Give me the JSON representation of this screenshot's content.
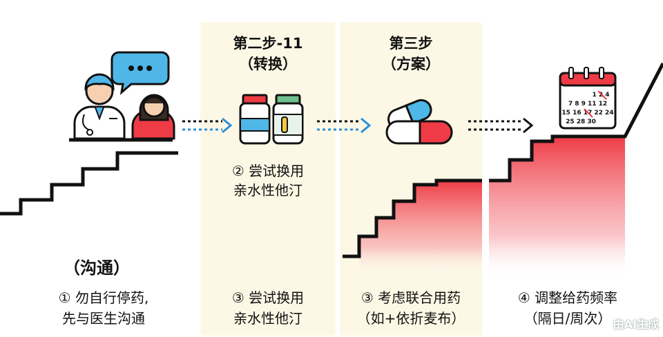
{
  "step1": {
    "title": "（沟通）",
    "desc_line1": "① 勿自行停药,",
    "desc_line2": "先与医生沟通",
    "icon": "doctor-patient-chat-icon"
  },
  "step2": {
    "title_line1": "第二步-11",
    "title_line2": "（转换）",
    "mid_line1": "② 尝试换用",
    "mid_line2": "亲水性他汀",
    "desc_line1": "③ 尝试换用",
    "desc_line2": "亲水性他汀",
    "icon": "medicine-bottles-icon"
  },
  "step3": {
    "title_line1": "第三步",
    "title_line2": "（方案）",
    "desc_line1": "③ 考虑联合用药",
    "desc_line2": "（如+依折麦布）",
    "icon": "capsule-pill-icon"
  },
  "step4": {
    "desc_line1": "④ 调整给药频率",
    "desc_line2": "（隔日/周次）",
    "icon": "calendar-icon",
    "calendar_rows": [
      "1 2 4",
      "7 8 9 11 12",
      "15 16 17 22 24",
      "25 28 30"
    ]
  },
  "watermark": "由AI生成",
  "colors": {
    "panel": "#fdf8e6",
    "accent_red": "#ee3b45",
    "arrow_blue": "#2b8fd6",
    "stair_black": "#111111"
  }
}
